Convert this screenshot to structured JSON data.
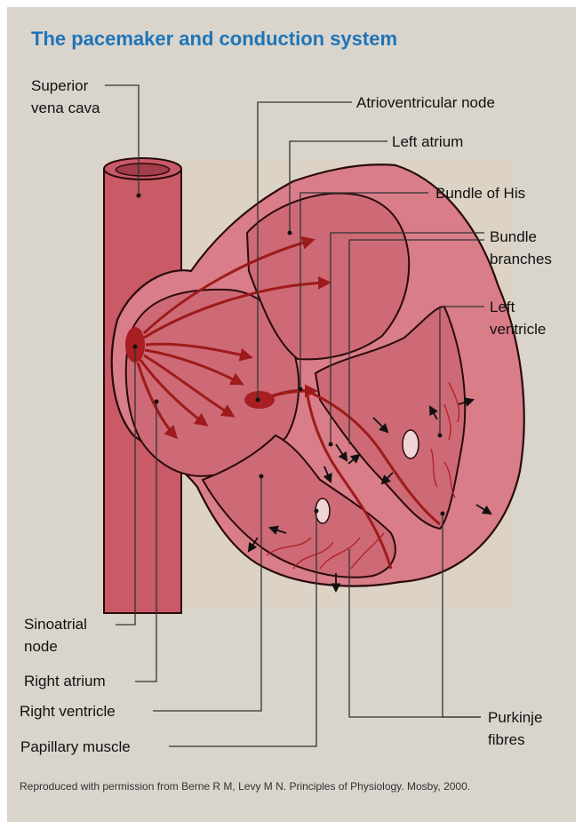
{
  "title": "The pacemaker and conduction system",
  "labels": {
    "superior_vena_cava": [
      "Superior",
      "vena cava"
    ],
    "av_node": "Atrioventricular node",
    "left_atrium": "Left atrium",
    "bundle_of_his": "Bundle of His",
    "bundle_branches": [
      "Bundle",
      "branches"
    ],
    "left_ventricle": [
      "Left",
      "ventricle"
    ],
    "sinoatrial_node": [
      "Sinoatrial",
      "node"
    ],
    "right_atrium": "Right atrium",
    "right_ventricle": "Right ventricle",
    "papillary_muscle": "Papillary muscle",
    "purkinje_fibres": [
      "Purkinje",
      "fibres"
    ]
  },
  "credit": "Reproduced with permission from Berne R M, Levy M N. Principles of Physiology. Mosby, 2000.",
  "colors": {
    "title": "#1f74b8",
    "panel_bg": "#d9d5cd",
    "vessel": "#c95a66",
    "tissue": "#d97d88",
    "conduction": "#9e1b1b",
    "node": "#a81e22"
  }
}
